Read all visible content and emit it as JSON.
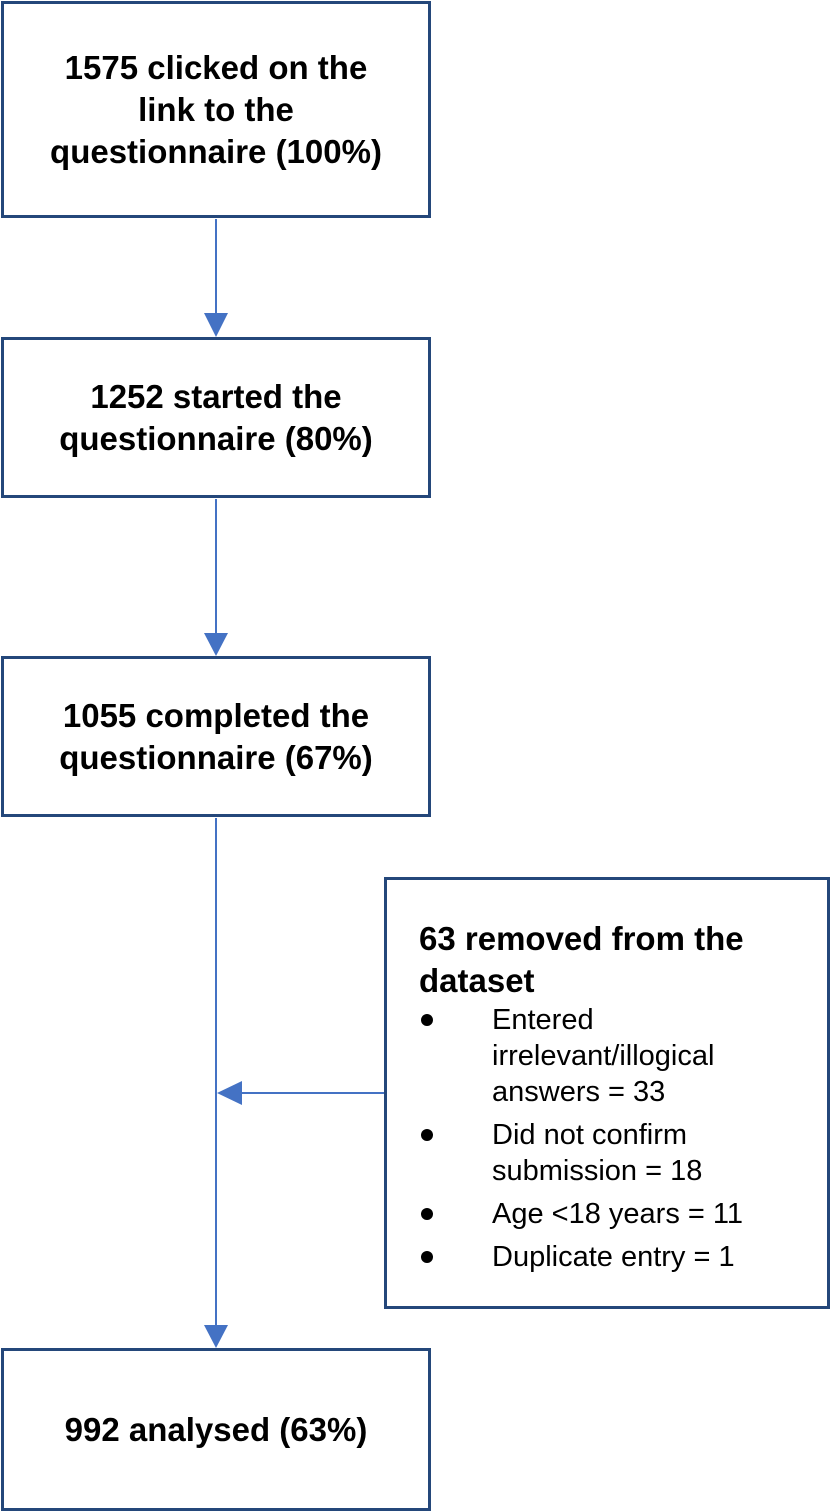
{
  "colors": {
    "box_border": "#24477a",
    "arrow": "#4472c4",
    "text": "#000000",
    "background": "#ffffff"
  },
  "boxes": {
    "clicked": {
      "text": "1575 clicked on the link to the questionnaire (100%)"
    },
    "started": {
      "text": "1252 started the questionnaire (80%)"
    },
    "completed": {
      "text": "1055 completed the questionnaire (67%)"
    },
    "removed": {
      "title": "63 removed from the dataset",
      "items": [
        "Entered irrelevant/illogical answers = 33",
        "Did not confirm submission = 18",
        "Age <18 years = 11",
        "Duplicate entry = 1"
      ]
    },
    "analysed": {
      "text": "992 analysed (63%)"
    }
  }
}
